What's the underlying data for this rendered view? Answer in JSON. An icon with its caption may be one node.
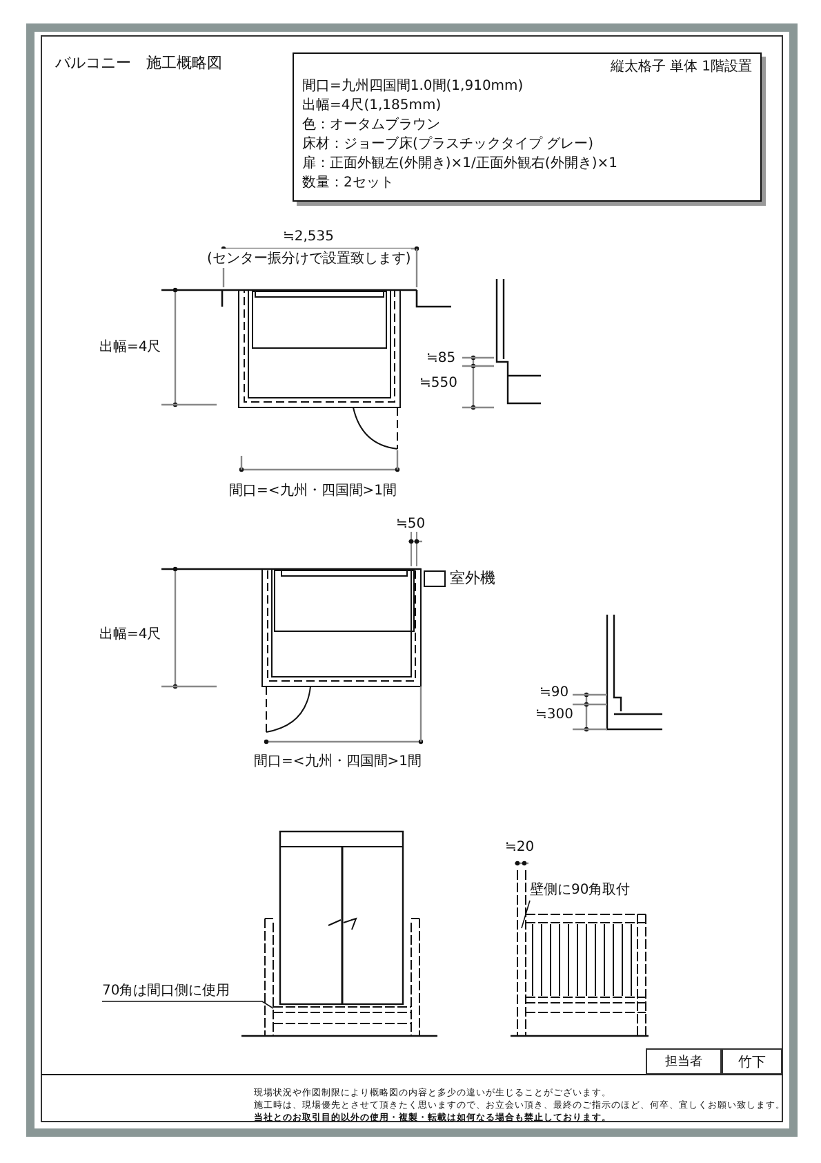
{
  "diagram": {
    "nodes": [
      {
        "text": [
          "縦太格子 単体 1階設置",
          "間口=九州四国間1.0間(1,910mm)",
          "出幅=4尺(1,185mm)",
          "色：オータムブラウン",
          "床材：ジョーブ床(プラスチックタイプ グレー)",
          "扉：正面外観左(外開き)×1/正面外観右(外開き)×1",
          "数量：2セット"
        ]
      },
      {
        "text": [],
        "shape": "box",
        "beside": [
          "室外機"
        ]
      },
      {
        "text": [
          "70角は間口側に使用"
        ]
      },
      {
        "text": [
          "壁側に90角取付"
        ]
      }
    ],
    "edges": [
      {
        "from": 2,
        "to": null,
        "arrow": "none"
      },
      {
        "from": 3,
        "to": null,
        "arrow": "none"
      }
    ],
    "labels": [
      "バルコニー　施工概略図",
      "≒2,535",
      "(センター振分けで設置致します)",
      "出幅=4尺",
      "≒85",
      "≒550",
      "間口=<九州・四国間>1間",
      "≒50",
      "出幅=4尺",
      "≒90",
      "≒300",
      "間口=<九州・四国間>1間",
      "≒20",
      "担当者",
      "竹下",
      "現場状況や作図制限により概略図の内容と多少の違いが生じることがございます。",
      "施工時は、現場優先とさせて頂きたく思いますので、お立会い頂き、最終のご指示のほど、何卒、宜しくお願い致します。",
      "当社とのお取引目的以外の使用・複製・転載は如何なる場合も禁止しております。"
    ]
  }
}
